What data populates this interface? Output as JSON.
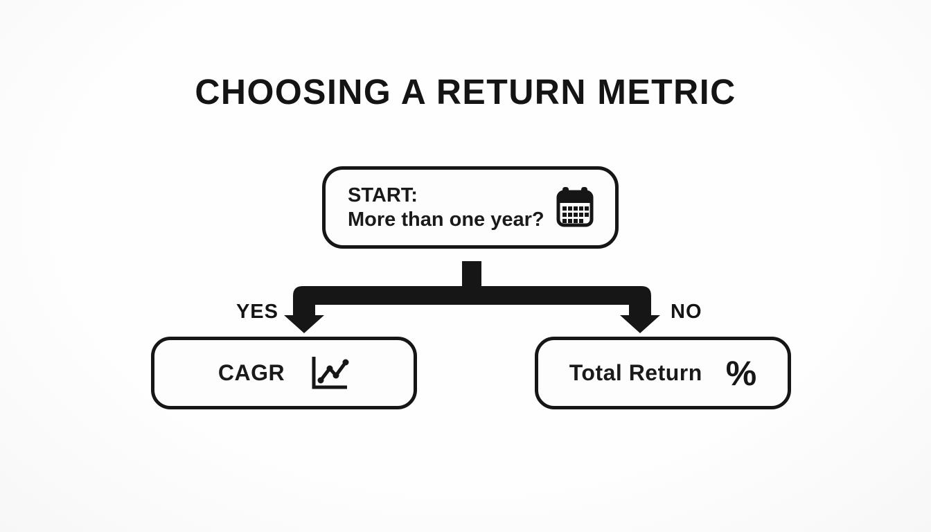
{
  "page": {
    "background_color": "#fcfcfc",
    "ink_color": "#161616"
  },
  "title": "CHOOSING A RETURN METRIC",
  "flowchart": {
    "start_node": {
      "line1": "START:",
      "line2": "More than one year?",
      "icon": "calendar-icon"
    },
    "connector": {
      "shape": "t-split-double-arrow",
      "color": "#161616"
    },
    "branches": {
      "yes": {
        "label": "YES",
        "result": "CAGR",
        "icon": "line-chart-icon"
      },
      "no": {
        "label": "NO",
        "result": "Total Return",
        "icon": "percent-icon",
        "icon_glyph": "%"
      }
    }
  }
}
